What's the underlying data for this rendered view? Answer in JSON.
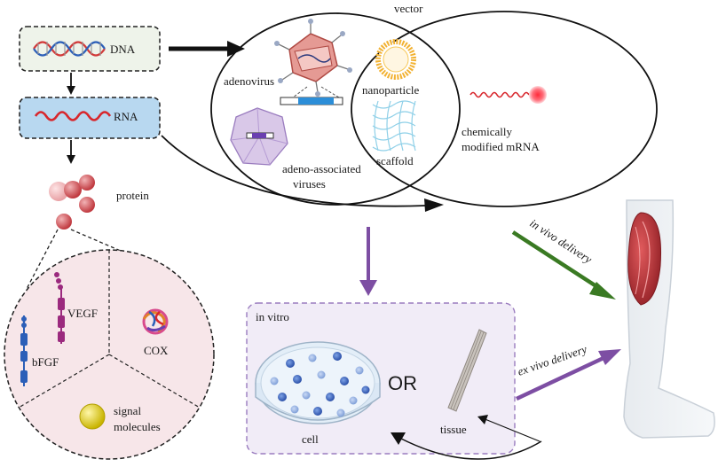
{
  "flow": {
    "dna_label": "DNA",
    "rna_label": "RNA",
    "protein_label": "protein"
  },
  "proteins": {
    "vegf_label": "VEGF",
    "bfgf_label": "bFGF",
    "cox_label": "COX",
    "signal_line1": "signal",
    "signal_line2": "molecules"
  },
  "vector": {
    "title": "vector",
    "adenovirus_label": "adenovirus",
    "aav_line1": "adeno-associated",
    "aav_line2": "viruses",
    "nanoparticle_label": "nanoparticle",
    "scaffold_label": "scaffold",
    "mrna_line1": "chemically",
    "mrna_line2": "modified mRNA"
  },
  "invitro": {
    "title": "in vitro",
    "cell_label": "cell",
    "or_label": "OR",
    "tissue_label": "tissue"
  },
  "delivery": {
    "in_vivo_label": "in vivo delivery",
    "ex_vivo_label": "ex vivo delivery"
  },
  "colors": {
    "dna_box_fill": "#eef3ea",
    "rna_box_fill": "#b8d8f0",
    "protein_circle_fill": "#f7e6e9",
    "invitro_box_fill": "#f1ecf7",
    "green_arrow": "#3a7a23",
    "purple_arrow": "#7d4ea3",
    "muscle": "#c0393b"
  },
  "icons": {
    "dna": "dna-helix-icon",
    "rna": "rna-strand-icon",
    "protein": "protein-spheres-icon",
    "adenovirus": "adenovirus-icon",
    "aav": "aav-capsid-icon",
    "nanoparticle": "nanoparticle-icon",
    "scaffold": "scaffold-mesh-icon",
    "mrna": "mrna-icon",
    "petri": "petri-dish-icon",
    "tissue": "tissue-fiber-icon",
    "leg": "leg-muscle-icon"
  }
}
